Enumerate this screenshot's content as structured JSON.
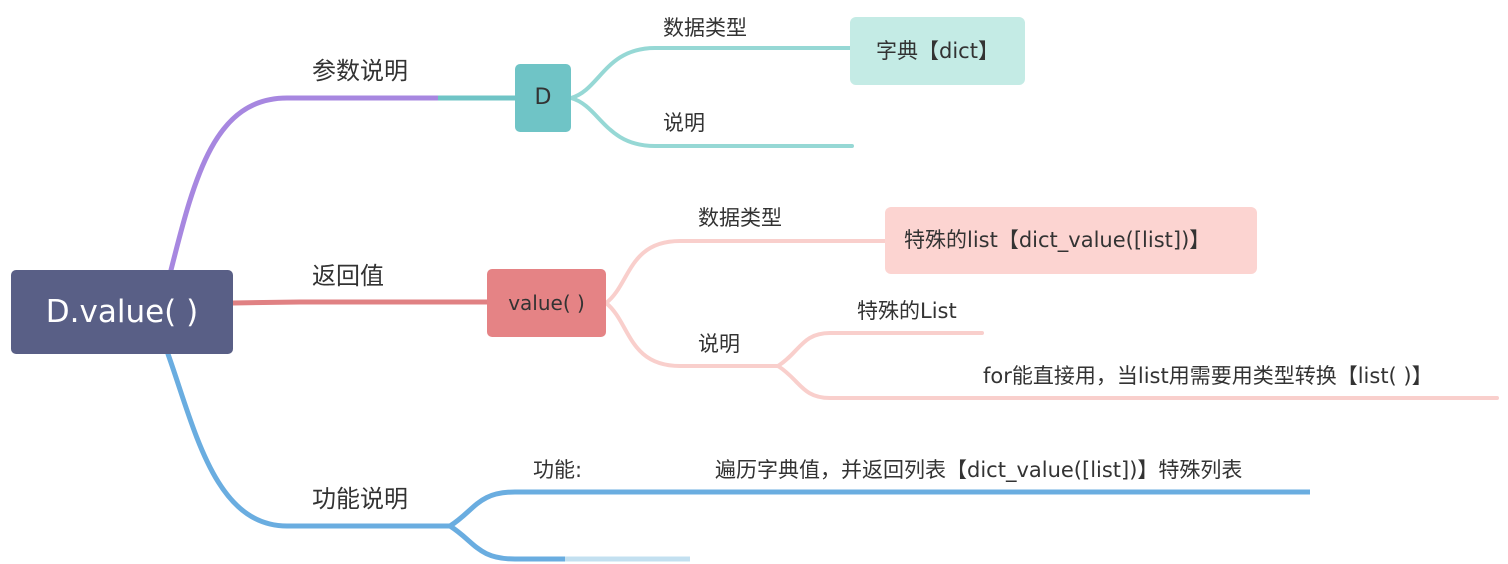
{
  "root": {
    "label": "D.value( )"
  },
  "branches": {
    "params": {
      "label": "参数说明",
      "node": "D",
      "data_type_label": "数据类型",
      "data_type_value": "字典【dict】",
      "desc_label": "说明"
    },
    "return": {
      "label": "返回值",
      "node": "value( )",
      "data_type_label": "数据类型",
      "data_type_value": "特殊的list【dict_value([list])】",
      "desc_label": "说明",
      "desc_items": [
        "特殊的List",
        "for能直接用，当list用需要用类型转换【list( )】"
      ]
    },
    "function": {
      "label": "功能说明",
      "func_label": "功能:",
      "func_value": "遍历字典值，并返回列表【dict_value([list])】特殊列表"
    }
  },
  "colors": {
    "root": "#595f86",
    "params_branch": "#a787e0",
    "params_node": "#6fc4c6",
    "params_child": "#96d8d5",
    "params_leaf": "#c4ebe5",
    "return_branch": "#e08183",
    "return_node": "#e58385",
    "return_child": "#f9cfcc",
    "return_leaf": "#fcd4d1",
    "function_branch": "#6aade0",
    "function_sub": "#c3e0f0"
  }
}
